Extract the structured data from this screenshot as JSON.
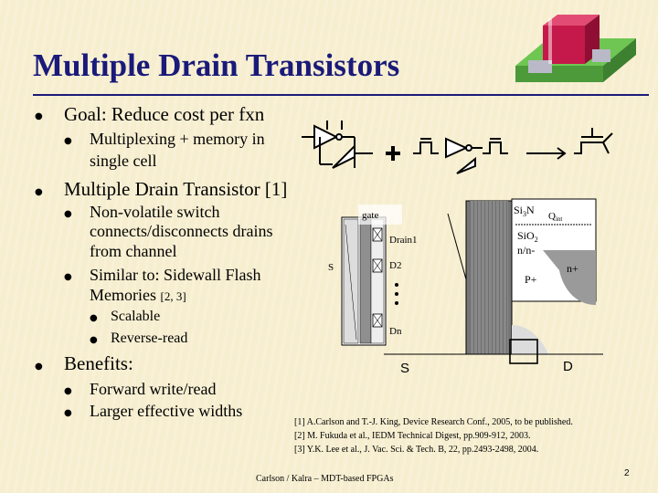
{
  "title": "Multiple Drain Transistors",
  "bullets": {
    "goal": "Goal: Reduce cost per fxn",
    "goal_sub1a": "Multiplexing + memory in",
    "goal_sub1b": "single cell",
    "mdt": "Multiple Drain Transistor [1]",
    "mdt_sub1a": "Non-volatile switch",
    "mdt_sub1b": "connects/disconnects drains",
    "mdt_sub1c": "from channel",
    "mdt_sub2a": "Similar to: Sidewall Flash",
    "mdt_sub2b": "Memories",
    "mdt_sub2c": "[2, 3]",
    "mdt_sub3a": "Scalable",
    "mdt_sub3b": "Reverse-read",
    "benefits": "Benefits:",
    "benefits_sub1": "Forward write/read",
    "benefits_sub2": "Larger effective widths"
  },
  "diagram1": {
    "gate": "gate",
    "s": "S",
    "drain1": "Drain1",
    "d2": "D2",
    "dn": "Dn"
  },
  "diagram2": {
    "si3n": "Si",
    "si3n_sub": "3",
    "si3n_tail": "N",
    "qint": "Q",
    "qint_sub": "int",
    "sio2": "SiO",
    "sio2_sub": "2",
    "nn": "n/n-",
    "p": "P+",
    "n": "n+",
    "s": "S",
    "d": "D"
  },
  "references": [
    "[1] A.Carlson and T.-J. King, Device Research Conf., 2005, to be published.",
    "[2] M. Fukuda et al., IEDM Technical Digest, pp.909-912, 2003.",
    "[3] Y.K. Lee et al., J. Vac. Sci. & Tech. B, 22, pp.2493-2498, 2004."
  ],
  "footer": "Carlson / Kalra – MDT-based FPGAs",
  "page_number": "2",
  "colors": {
    "title": "#1a1a7a",
    "background": "#f6eecf",
    "logo_red": "#c4194a",
    "logo_green": "#5fb84a"
  }
}
